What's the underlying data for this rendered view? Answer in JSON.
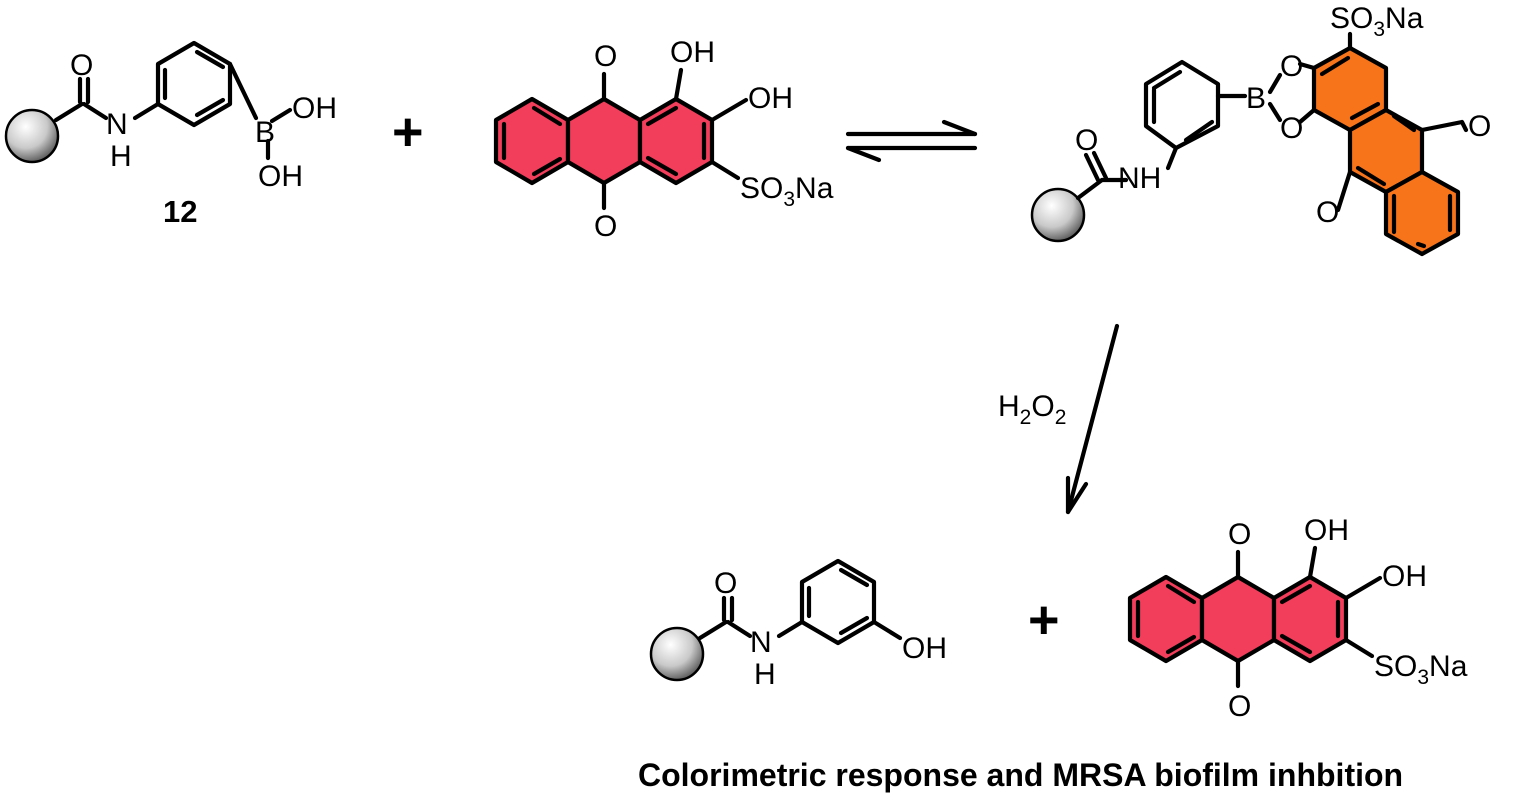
{
  "colors": {
    "dye_red": "#f23d5b",
    "dye_orange": "#f7741a",
    "bead_highlight": "#ffffff",
    "bead_shadow": "#4a4a4a"
  },
  "icons": [
    "polymer-bead-icon"
  ],
  "reactants": {
    "boronic_acid": {
      "compound_number": "12",
      "nh_label": "N",
      "nh_h": "H",
      "boron_label": "B",
      "oh_top": "OH",
      "oh_bottom": "OH",
      "carbonyl_o": "O"
    },
    "plus_top": "+",
    "dye": {
      "o_top": "O",
      "o_bottom": "O",
      "oh_1": "OH",
      "oh_2": "OH",
      "sulfonate": {
        "main": "SO",
        "sub": "3",
        "tail": "Na"
      }
    }
  },
  "product": {
    "carbonyl_o": "O",
    "nh_label": "NH",
    "boron_label": "B",
    "ester_o_1": "O",
    "ester_o_2": "O",
    "quinone_o_1": "O",
    "quinone_o_2": "O",
    "sulfonate": {
      "main": "SO",
      "sub": "3",
      "tail": "Na"
    }
  },
  "oxidation": {
    "reagent": {
      "main": "H",
      "sub1": "2",
      "mid": "O",
      "sub2": "2"
    }
  },
  "final": {
    "phenol": {
      "carbonyl_o": "O",
      "nh_label": "N",
      "nh_h": "H",
      "oh_label": "OH"
    },
    "plus": "+",
    "dye": {
      "o_top": "O",
      "o_bottom": "O",
      "oh_1": "OH",
      "oh_2": "OH",
      "sulfonate": {
        "main": "SO",
        "sub": "3",
        "tail": "Na"
      }
    }
  },
  "caption": "Colorimetric response and MRSA biofilm inhbition"
}
